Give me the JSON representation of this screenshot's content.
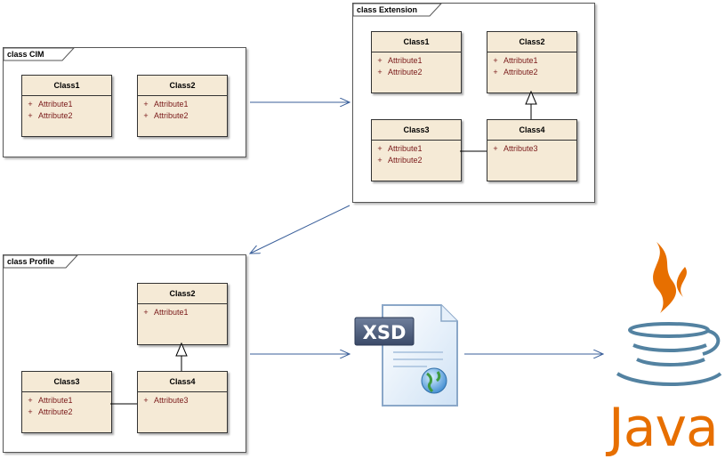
{
  "frames": {
    "cim": {
      "title": "class CIM"
    },
    "extension": {
      "title": "class Extension"
    },
    "profile": {
      "title": "class Profile"
    }
  },
  "cim": {
    "class1": {
      "name": "Class1",
      "attrs": [
        {
          "vis": "+",
          "name": "Attribute1"
        },
        {
          "vis": "+",
          "name": "Attribute2"
        }
      ]
    },
    "class2": {
      "name": "Class2",
      "attrs": [
        {
          "vis": "+",
          "name": "Attribute1"
        },
        {
          "vis": "+",
          "name": "Attribute2"
        }
      ]
    }
  },
  "extension": {
    "class1": {
      "name": "Class1",
      "attrs": [
        {
          "vis": "+",
          "name": "Attribute1"
        },
        {
          "vis": "+",
          "name": "Attribute2"
        }
      ]
    },
    "class2": {
      "name": "Class2",
      "attrs": [
        {
          "vis": "+",
          "name": "Attribute1"
        },
        {
          "vis": "+",
          "name": "Attribute2"
        }
      ]
    },
    "class3": {
      "name": "Class3",
      "attrs": [
        {
          "vis": "+",
          "name": "Attribute1"
        },
        {
          "vis": "+",
          "name": "Attribute2"
        }
      ]
    },
    "class4": {
      "name": "Class4",
      "attrs": [
        {
          "vis": "+",
          "name": "Attribute3"
        }
      ]
    }
  },
  "profile": {
    "class2": {
      "name": "Class2",
      "attrs": [
        {
          "vis": "+",
          "name": "Attribute1"
        }
      ]
    },
    "class3": {
      "name": "Class3",
      "attrs": [
        {
          "vis": "+",
          "name": "Attribute1"
        },
        {
          "vis": "+",
          "name": "Attribute2"
        }
      ]
    },
    "class4": {
      "name": "Class4",
      "attrs": [
        {
          "vis": "+",
          "name": "Attribute3"
        }
      ]
    }
  },
  "xsd_icon": {
    "label": "XSD"
  },
  "java_logo": {
    "label": "Java"
  },
  "colors": {
    "arrow": "#3a5f9a",
    "class_fill": "#f5ead6",
    "attribute_text": "#7a1a1a",
    "java_orange": "#e76f00",
    "java_blue": "#5382a1"
  }
}
